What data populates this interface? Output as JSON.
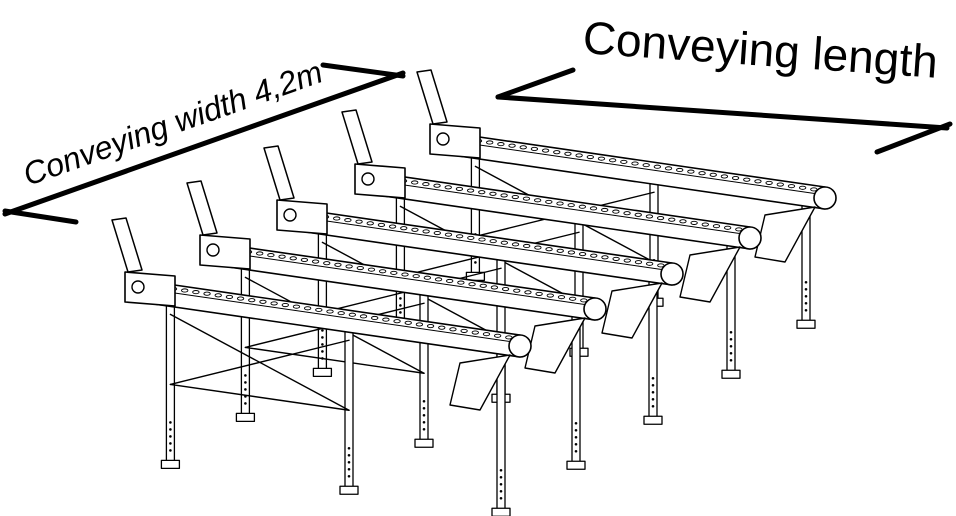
{
  "labels": {
    "width": "Conveying width 4,2m",
    "length": "Conveying length"
  },
  "colors": {
    "ink": "#000000",
    "background": "#ffffff"
  },
  "lanes": 5
}
